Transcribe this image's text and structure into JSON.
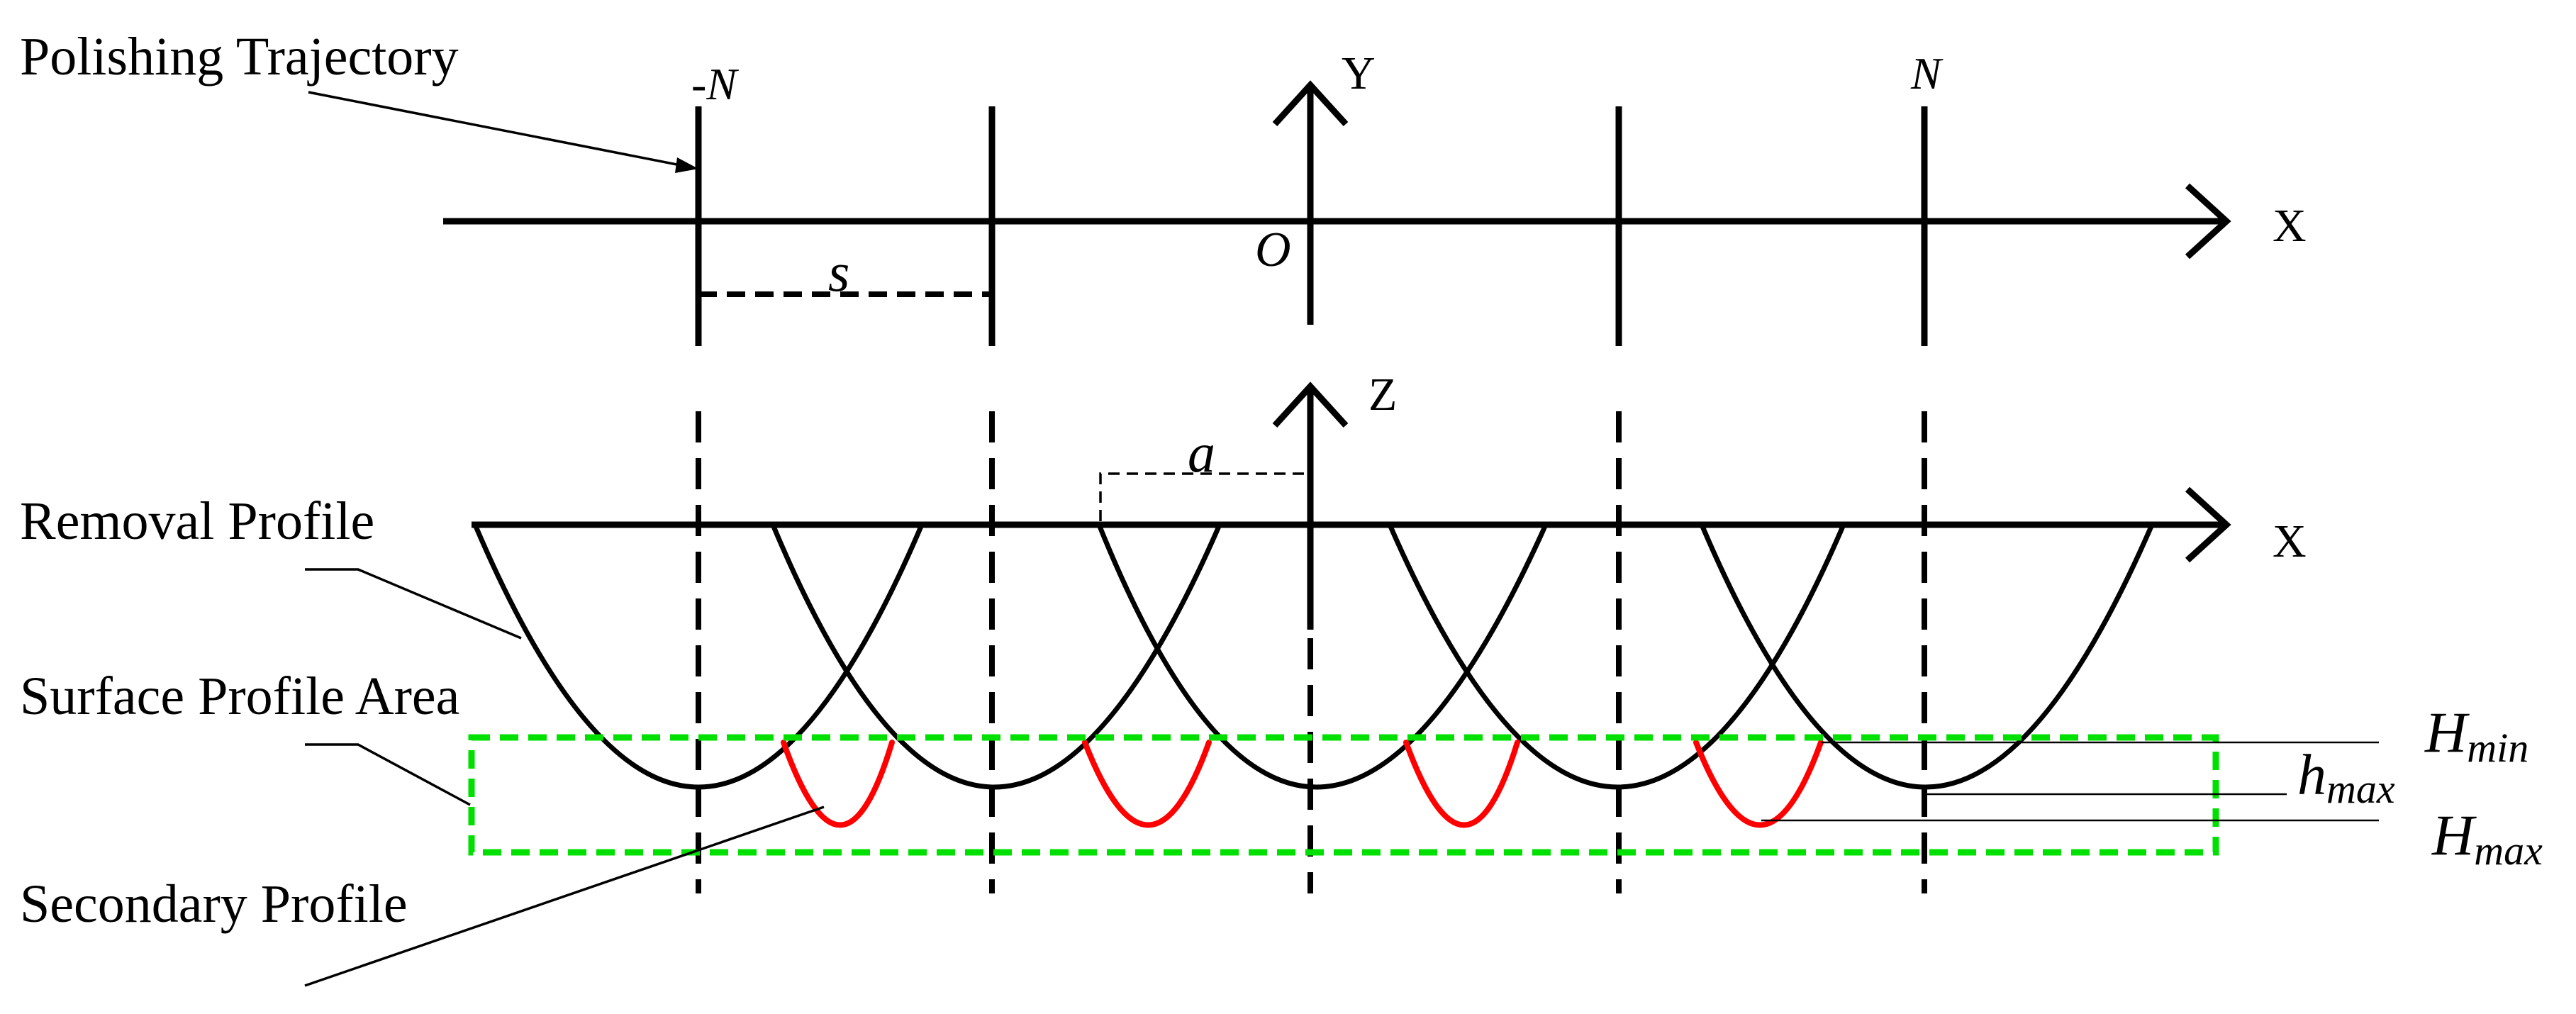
{
  "labels": {
    "polishing_trajectory": "Polishing Trajectory",
    "removal_profile": "Removal Profile",
    "surface_profile_area": "Surface Profile Area",
    "secondary_profile": "Secondary Profile"
  },
  "axes": {
    "x_top": "X",
    "y": "Y",
    "origin": "O",
    "z": "Z",
    "x_bottom": "X"
  },
  "marks": {
    "neg_n": "-N",
    "n": "N",
    "spacing": "s",
    "half_width": "a"
  },
  "levels": {
    "h_min_main": "H",
    "h_min_sub": "min",
    "h_max_small_main": "h",
    "h_max_small_sub": "max",
    "h_max_main": "H",
    "h_max_sub": "max"
  },
  "colors": {
    "line": "#000000",
    "secondary_profile": "#ff0000",
    "surface_area_box": "#00e000",
    "background": "#ffffff"
  }
}
